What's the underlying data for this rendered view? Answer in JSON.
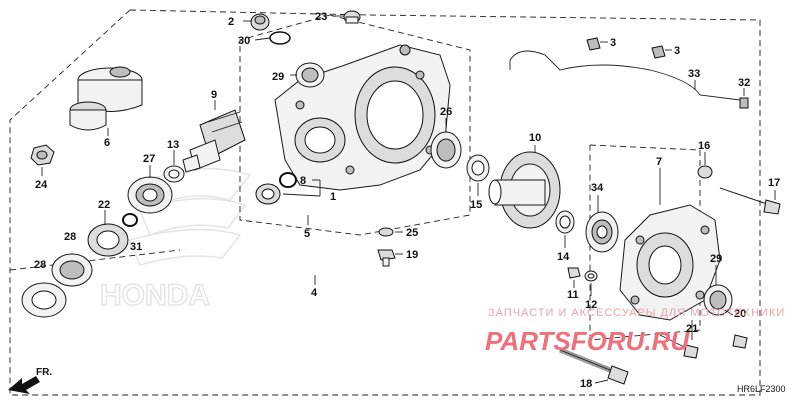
{
  "diagram": {
    "drawing_code": "HR6LF2300",
    "direction_label": "FR.",
    "brand_watermark": "HONDA",
    "watermark_subtitle": "ЗАПЧАСТИ И АКСЕССУАРЫ ДЛЯ МОТОТЕХНИКИ",
    "watermark_main": "PARTSFORU.RU",
    "part_numbers": {
      "p2": "2",
      "p23": "23",
      "p30": "30",
      "p3a": "3",
      "p3b": "3",
      "p6": "6",
      "p24": "24",
      "p9": "9",
      "p13": "13",
      "p27": "27",
      "p22": "22",
      "p28a": "28",
      "p28b": "28",
      "p31": "31",
      "p29a": "29",
      "p8": "8",
      "p1": "1",
      "p5": "5",
      "p26": "26",
      "p25": "25",
      "p19": "19",
      "p4": "4",
      "p33": "33",
      "p32": "32",
      "p10": "10",
      "p15": "15",
      "p14": "14",
      "p34": "34",
      "p7": "7",
      "p16": "16",
      "p17": "17",
      "p11": "11",
      "p12": "12",
      "p29b": "29",
      "p20": "20",
      "p21": "21",
      "p18": "18"
    }
  }
}
